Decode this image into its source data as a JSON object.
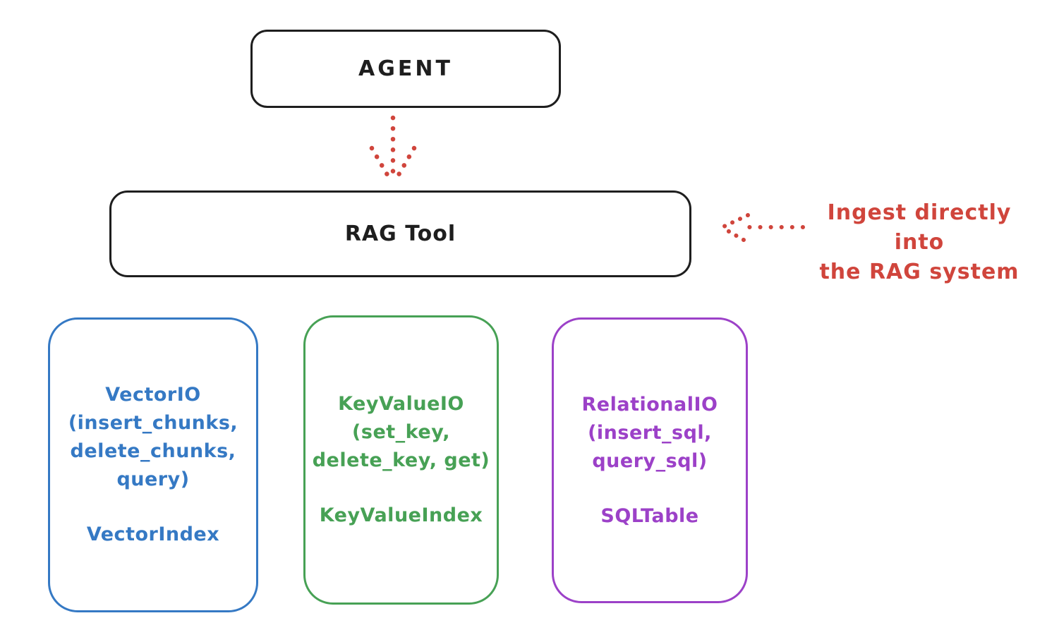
{
  "colors": {
    "ink": "#1e1e1e",
    "red": "#d0453c",
    "blue": "#3579c4",
    "green": "#47a155",
    "purple": "#9c41c8",
    "background": "#ffffff"
  },
  "diagram": {
    "agent": {
      "label": "AGENT"
    },
    "rag_tool": {
      "label": "RAG Tool"
    },
    "agent_to_rag_arrow": {
      "style": "dotted",
      "direction": "down",
      "color": "#d0453c"
    },
    "annotation": {
      "line1": "Ingest directly into",
      "line2": "the RAG system",
      "arrow": {
        "style": "dotted",
        "direction": "left",
        "color": "#d0453c"
      }
    },
    "io_boxes": [
      {
        "name": "VectorIO",
        "color": "#3579c4",
        "lines": [
          "VectorIO",
          "(insert_chunks,",
          "delete_chunks,",
          "query)"
        ],
        "index_label": "VectorIndex"
      },
      {
        "name": "KeyValueIO",
        "color": "#47a155",
        "lines": [
          "KeyValueIO",
          "(set_key,",
          "delete_key, get)"
        ],
        "index_label": "KeyValueIndex"
      },
      {
        "name": "RelationalIO",
        "color": "#9c41c8",
        "lines": [
          "RelationalIO",
          "(insert_sql,",
          "query_sql)"
        ],
        "index_label": "SQLTable"
      }
    ]
  }
}
